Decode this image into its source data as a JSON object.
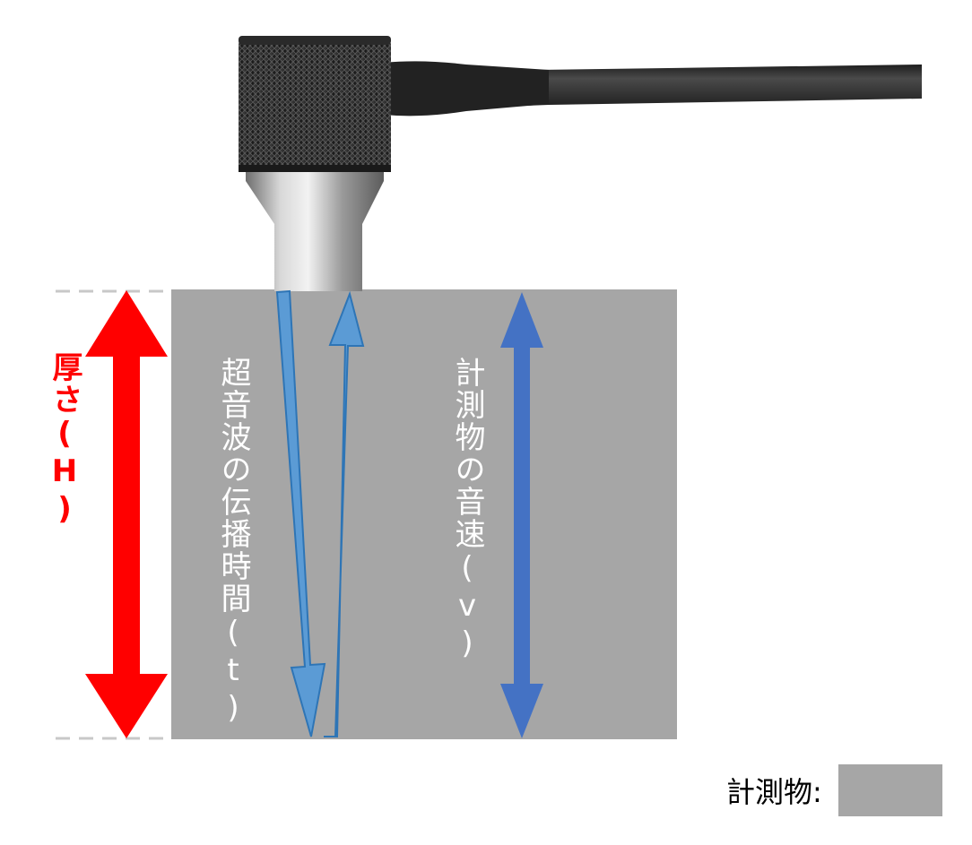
{
  "labels": {
    "thickness": "厚さ(H)",
    "propagation_time": "超音波の伝播時間(t)",
    "sound_velocity": "計測物の音速(v)"
  },
  "legend": {
    "label": "計測物:",
    "swatch_color": "#a6a6a6"
  },
  "colors": {
    "material": "#a6a6a6",
    "thickness_arrow": "#ff0000",
    "wave_arrows": "#5b9bd5",
    "velocity_arrow": "#4472c4",
    "wave_arrow_outline": "#2e75b6",
    "probe_head": "#222222",
    "probe_body": "#b0b0b0",
    "cable": "#303030"
  },
  "icons": [
    "ultrasonic-probe-icon"
  ]
}
